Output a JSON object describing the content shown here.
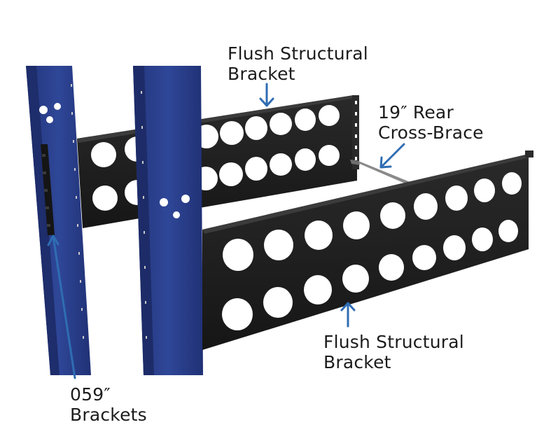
{
  "labels": {
    "top_bracket": {
      "line1": "Flush Structural",
      "line2": "Bracket"
    },
    "rear_brace": {
      "line1": "19″ Rear",
      "line2": "Cross-Brace"
    },
    "front_bracket": {
      "line1": "Flush Structural",
      "line2": "Bracket"
    },
    "brackets_059": {
      "line1": "059″",
      "line2": "Brackets"
    }
  },
  "colors": {
    "rail_blue": "#2b3f8c",
    "bracket_black": "#1e1e1e",
    "arrow_blue": "#2f6db3",
    "label_text": "#1c1c1c"
  }
}
